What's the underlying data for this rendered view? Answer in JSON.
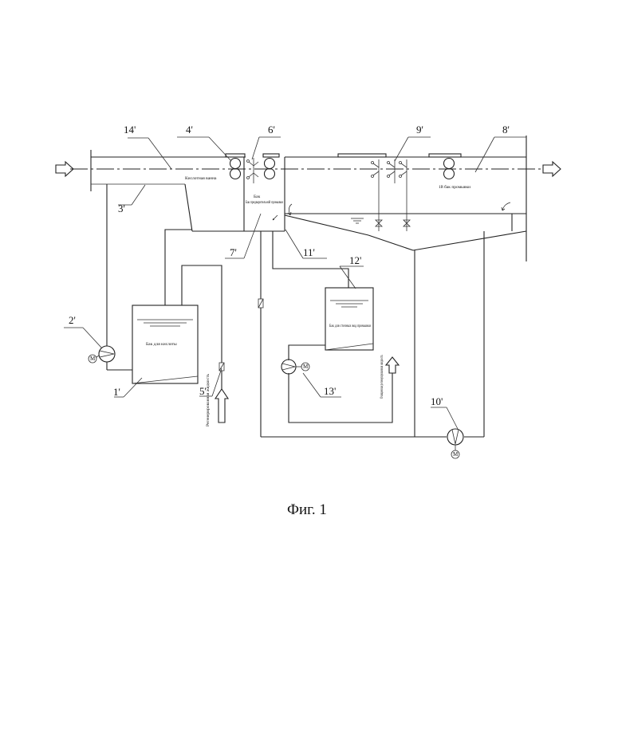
{
  "figure": {
    "caption": "Фиг. 1",
    "labels": {
      "p1": "1'",
      "p2": "2'",
      "p3": "3'",
      "p4": "4'",
      "p5": "5'",
      "p6": "6'",
      "p7": "7'",
      "p8": "8'",
      "p9": "9'",
      "p10": "10'",
      "p11": "11'",
      "p12": "12'",
      "p13": "13'",
      "p14": "14'"
    },
    "texts": {
      "acid_bath": "Кислотная ванна",
      "prewash_tank": "Бак предварительной промывки",
      "wash_bath": "1й бак промывки",
      "acid_tank": "Бак для кислоты",
      "waste_tank": "Бак для сточных вод промывки",
      "regen_liquid": "Регенерированная жидкость",
      "purified_waste": "Очищенная регенерированная жидкость"
    },
    "motor_symbol": "M"
  }
}
